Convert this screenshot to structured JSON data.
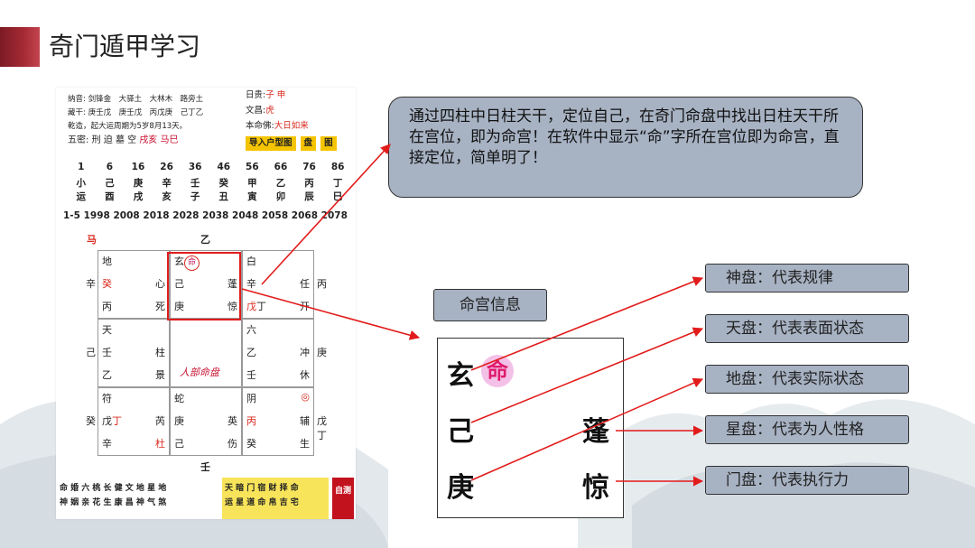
{
  "slide": {
    "title": "奇门遁甲学习"
  },
  "app": {
    "info_rows": [
      "纳音: 剑锋金　大驿土　大林木　路旁土",
      "藏干: 庚壬戊　庚壬戊　丙戊庚　己丁乙",
      "乾造，起大运周期为5岁8月13天。"
    ],
    "wumi": {
      "label": "五密:",
      "items": [
        "刑",
        "迫",
        "墓",
        "空"
      ],
      "red_items": [
        "戌亥",
        "马巳"
      ]
    },
    "side": {
      "rigui_label": "日贵:",
      "rigui_value": "子 申",
      "wenchang_label": "文昌:",
      "wenchang_value": "虎",
      "benming_label": "本命佛:",
      "benming_value": "大日如来",
      "import_btn": "导入户型图",
      "pan_btn": "盘",
      "tu_btn": "图"
    },
    "ages": [
      "1",
      "6",
      "16",
      "26",
      "36",
      "46",
      "56",
      "66",
      "76",
      "86"
    ],
    "stems_row": [
      "小",
      "己",
      "庚",
      "辛",
      "壬",
      "癸",
      "甲",
      "乙",
      "丙",
      "丁"
    ],
    "branches_row": [
      "运",
      "酉",
      "戌",
      "亥",
      "子",
      "丑",
      "寅",
      "卯",
      "辰",
      "巳"
    ],
    "decade_line": "1-5 1998 2008 2018 2028 2038 2048 2058 2068 2078",
    "horse": "马",
    "top_stem": "乙",
    "bottom_stem": "壬",
    "palaces": [
      {
        "l1a": "地",
        "l1b": "",
        "l2a": "癸",
        "l2b": "心",
        "l3a": "丙",
        "l3b": "死",
        "left": "辛",
        "right": ""
      },
      {
        "l1a": "玄",
        "l1b": "",
        "ming": "命",
        "l2a": "己",
        "l2b": "蓬",
        "l3a": "庚",
        "l3b": "惊",
        "left": "",
        "right": ""
      },
      {
        "l1a": "白",
        "l1b": "",
        "l2a": "辛",
        "l2b": "任",
        "l3a": "戊",
        "l3a2": "丁",
        "l3b": "开",
        "left": "",
        "right": "丙"
      },
      {
        "l1a": "天",
        "l1b": "",
        "l2a": "壬",
        "l2b": "柱",
        "l3a": "乙",
        "l3b": "景",
        "left": "己",
        "right": ""
      },
      {
        "center": "人部命盘"
      },
      {
        "l1a": "六",
        "l1b": "",
        "l2a": "乙",
        "l2b": "冲",
        "l3a": "壬",
        "l3b": "休",
        "left": "",
        "right": "庚"
      },
      {
        "l1a": "符",
        "l1b": "",
        "l2a": "戊",
        "l2a2": "丁",
        "l2b": "芮",
        "l3a": "辛",
        "l3b": "杜",
        "left": "癸",
        "right": ""
      },
      {
        "l1a": "蛇",
        "l1b": "",
        "l2a": "庚",
        "l2b": "英",
        "l3a": "己",
        "l3b": "伤",
        "left": "",
        "right": ""
      },
      {
        "l1a": "阴",
        "l1b": "◎",
        "l2a": "丙",
        "l2b": "辅",
        "l3a": "癸",
        "l3b": "生",
        "left": "",
        "right": "戊丁"
      }
    ],
    "bottom_rows": {
      "c1_top": "命 婚 六 桃 长 健 文 地 星 地",
      "c1_bot": "神 姻 亲 花 生 康 昌 神 气 煞",
      "c2_top": "天 暗 门 宿 财 择 命",
      "c2_bot": "运 星 道 命 帛 吉 宅",
      "c3": "自测"
    }
  },
  "bubble_text": "通过四柱中日柱天干，定位自己，在奇门命盘中找出日柱天干所在宫位，即为命宫！在软件中显示“命”字所在宫位即为命宫，直接定位，简单明了！",
  "info_label": "命宫信息",
  "zoom": {
    "xuan": "玄",
    "ming": "命",
    "ji": "己",
    "peng": "蓬",
    "geng": "庚",
    "jing": "惊"
  },
  "legend": [
    "神盘：代表规律",
    "天盘：代表表面状态",
    "地盘：代表实际状态",
    "星盘：代表为人性格",
    "门盘：代表执行力"
  ],
  "colors": {
    "callout_fill": "#a7b2c3",
    "arrow": "#e21b1b",
    "title_accent": "#a62a35"
  }
}
